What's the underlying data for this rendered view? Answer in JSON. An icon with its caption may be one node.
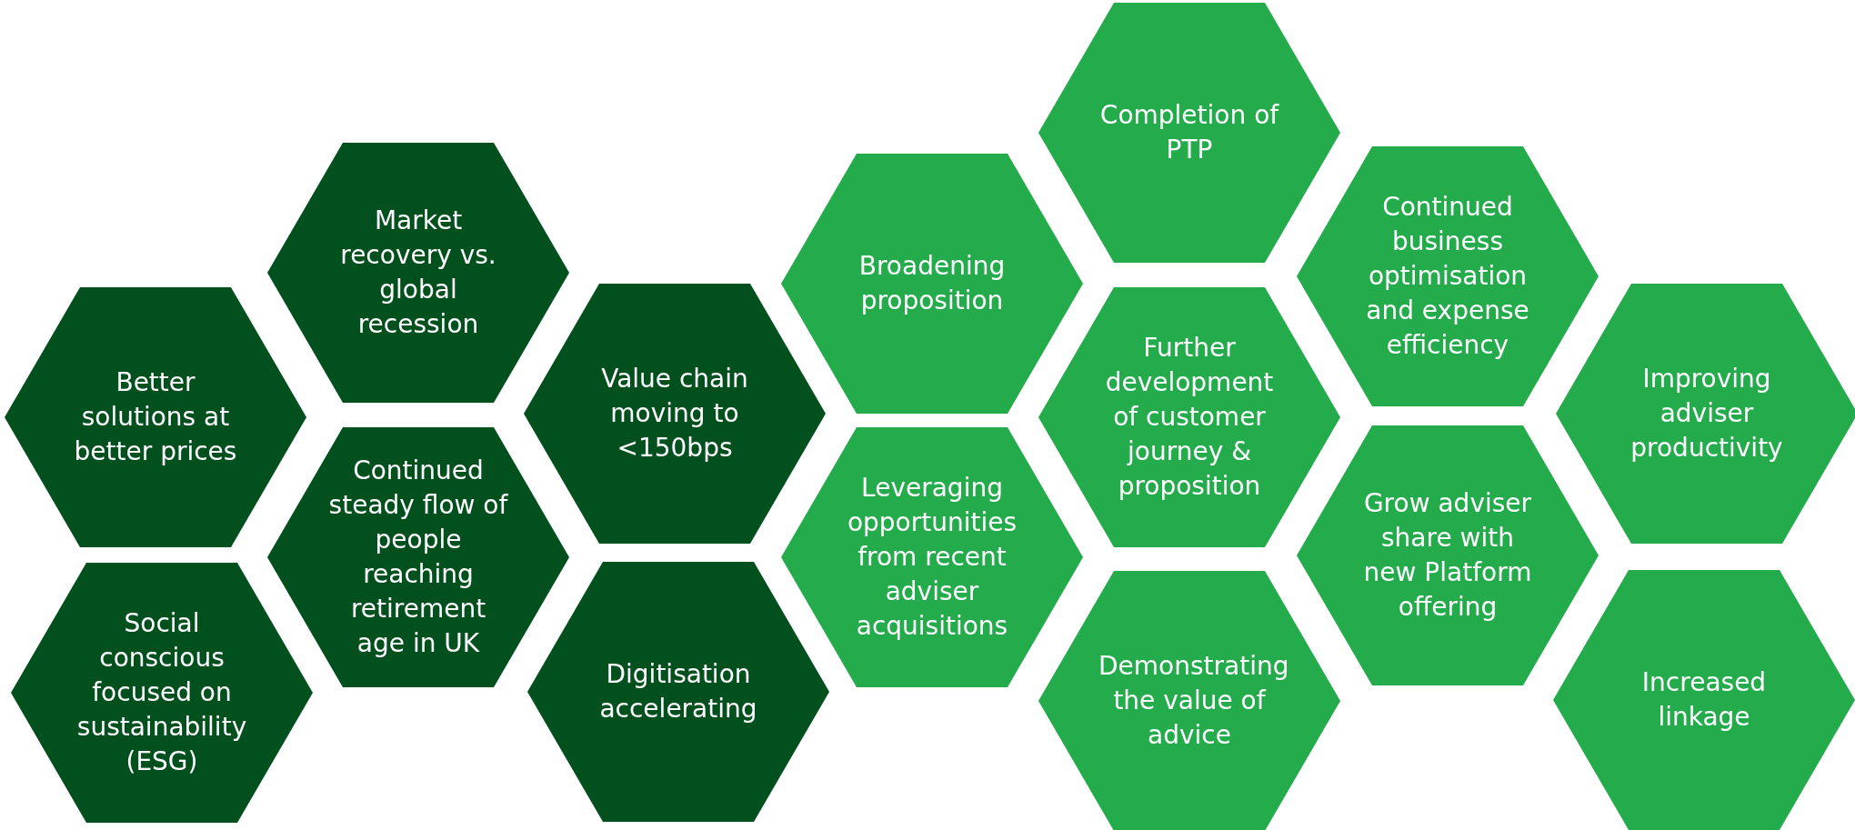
{
  "diagram": {
    "nodes": [
      {
        "text": [
          "Better solutions at better prices"
        ]
      },
      {
        "text": [
          "Social conscious focused on sustainability (ESG)"
        ]
      },
      {
        "text": [
          "Market recovery vs. global recession"
        ]
      },
      {
        "text": [
          "Continued steady flow of people reaching retirement age in UK"
        ]
      },
      {
        "text": [
          "Value chain moving to <150bps"
        ]
      },
      {
        "text": [
          "Digitisation accelerating"
        ]
      },
      {
        "text": [
          "Broadening proposition"
        ]
      },
      {
        "text": [
          "Leveraging opportunities from recent adviser acquisitions"
        ]
      },
      {
        "text": [
          "Completion of PTP"
        ]
      },
      {
        "text": [
          "Further development of customer journey & proposition"
        ]
      },
      {
        "text": [
          "Demonstrating the value of advice"
        ]
      },
      {
        "text": [
          "Continued business optimisation and expense efficiency"
        ]
      },
      {
        "text": [
          "Grow adviser share with new Platform offering"
        ]
      },
      {
        "text": [
          "Improving adviser productivity"
        ]
      },
      {
        "text": [
          "Increased linkage"
        ]
      }
    ]
  }
}
